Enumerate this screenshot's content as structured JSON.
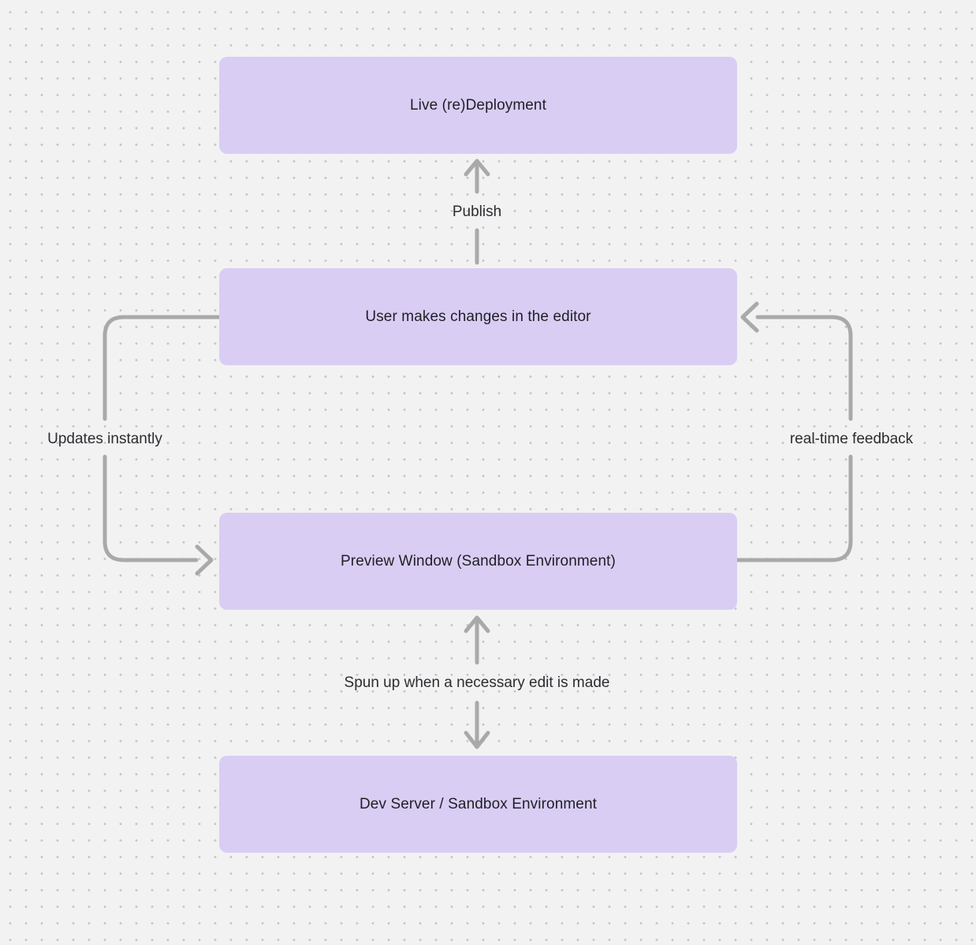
{
  "nodes": [
    {
      "id": "live-redeployment",
      "label": "Live (re)Deployment"
    },
    {
      "id": "user-editor",
      "label": "User makes changes in the editor"
    },
    {
      "id": "preview-window",
      "label": "Preview Window (Sandbox Environment)"
    },
    {
      "id": "dev-server",
      "label": "Dev Server / Sandbox Environment"
    }
  ],
  "edges": [
    {
      "id": "publish",
      "label": "Publish",
      "from": "user-editor",
      "to": "live-redeployment",
      "direction": "up"
    },
    {
      "id": "updates-instantly",
      "label": "Updates instantly",
      "from": "user-editor",
      "to": "preview-window",
      "direction": "left-loop-down"
    },
    {
      "id": "real-time-feedback",
      "label": "real-time feedback",
      "from": "preview-window",
      "to": "user-editor",
      "direction": "right-loop-up"
    },
    {
      "id": "spun-up",
      "label": "Spun up when a necessary edit is made",
      "from": "preview-window",
      "to": "dev-server",
      "direction": "bidirectional"
    }
  ],
  "colors": {
    "background": "#f2f2f3",
    "grid_dot": "#c6c6c9",
    "node_fill": "#d9cdf4",
    "node_text": "#1f1f24",
    "edge_stroke": "#a9a9a9",
    "edge_label_text": "#2d2d31"
  }
}
